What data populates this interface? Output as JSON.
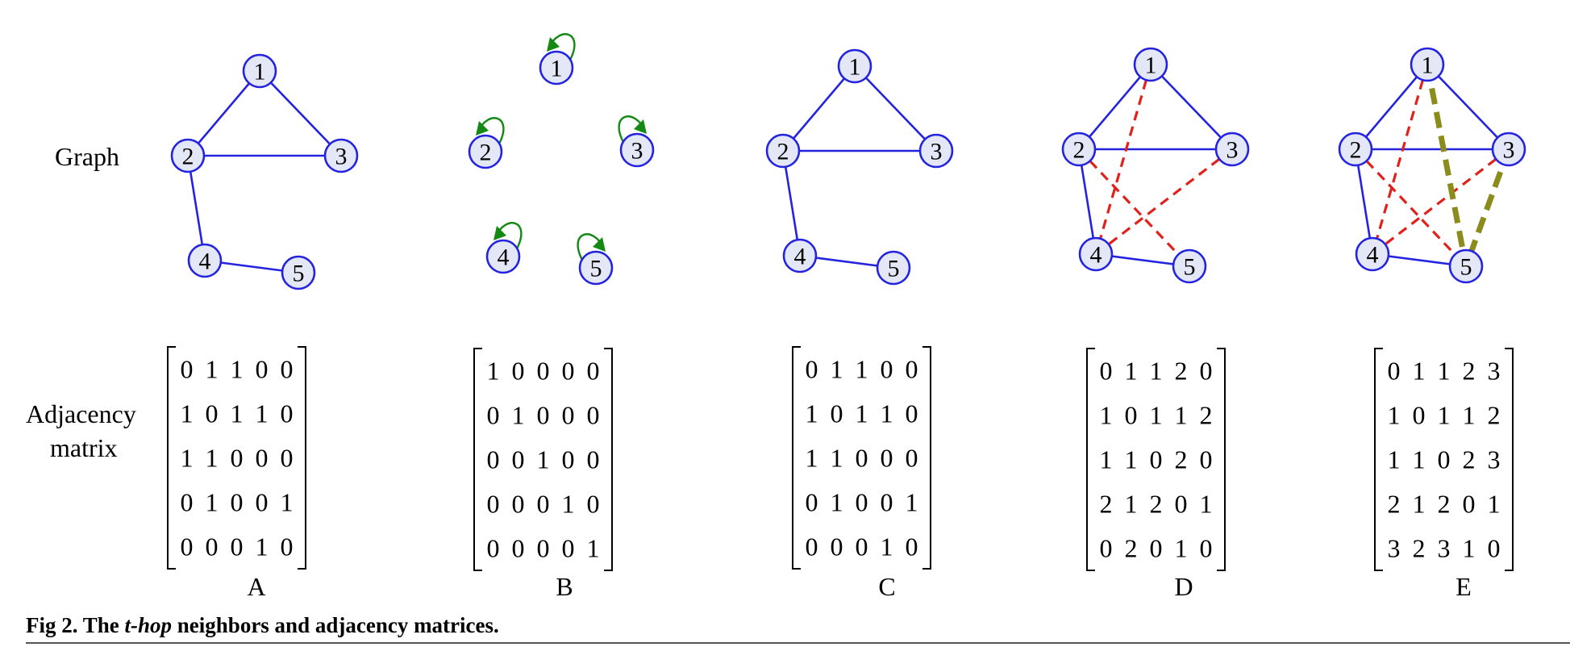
{
  "row_labels": {
    "graph": "Graph",
    "adjacency_line1": "Adjacency",
    "adjacency_line2": "matrix"
  },
  "colors": {
    "node_fill": "#e4e8f6",
    "node_stroke": "#2424e0",
    "one_hop_edge": "#2424e0",
    "two_hop_edge": "#e0211c",
    "three_hop_edge": "#8c8c1c",
    "self_loop": "#148a14"
  },
  "node_labels": [
    "1",
    "2",
    "3",
    "4",
    "5"
  ],
  "panels": [
    {
      "letter": "A",
      "layout": "graph",
      "one_hop": [
        [
          1,
          2
        ],
        [
          1,
          3
        ],
        [
          2,
          3
        ],
        [
          2,
          4
        ],
        [
          4,
          5
        ]
      ],
      "two_hop": [],
      "three_hop": [],
      "self_loops": false,
      "matrix": [
        [
          0,
          1,
          1,
          0,
          0
        ],
        [
          1,
          0,
          1,
          1,
          0
        ],
        [
          1,
          1,
          0,
          0,
          0
        ],
        [
          0,
          1,
          0,
          0,
          1
        ],
        [
          0,
          0,
          0,
          1,
          0
        ]
      ]
    },
    {
      "letter": "B",
      "layout": "isolated",
      "one_hop": [],
      "two_hop": [],
      "three_hop": [],
      "self_loops": true,
      "matrix": [
        [
          1,
          0,
          0,
          0,
          0
        ],
        [
          0,
          1,
          0,
          0,
          0
        ],
        [
          0,
          0,
          1,
          0,
          0
        ],
        [
          0,
          0,
          0,
          1,
          0
        ],
        [
          0,
          0,
          0,
          0,
          1
        ]
      ]
    },
    {
      "letter": "C",
      "layout": "graph",
      "one_hop": [
        [
          1,
          2
        ],
        [
          1,
          3
        ],
        [
          2,
          3
        ],
        [
          2,
          4
        ],
        [
          4,
          5
        ]
      ],
      "two_hop": [],
      "three_hop": [],
      "self_loops": false,
      "matrix": [
        [
          0,
          1,
          1,
          0,
          0
        ],
        [
          1,
          0,
          1,
          1,
          0
        ],
        [
          1,
          1,
          0,
          0,
          0
        ],
        [
          0,
          1,
          0,
          0,
          1
        ],
        [
          0,
          0,
          0,
          1,
          0
        ]
      ]
    },
    {
      "letter": "D",
      "layout": "graph",
      "one_hop": [
        [
          1,
          2
        ],
        [
          1,
          3
        ],
        [
          2,
          3
        ],
        [
          2,
          4
        ],
        [
          4,
          5
        ]
      ],
      "two_hop": [
        [
          1,
          4
        ],
        [
          2,
          5
        ],
        [
          3,
          4
        ]
      ],
      "three_hop": [],
      "self_loops": false,
      "matrix": [
        [
          0,
          1,
          1,
          2,
          0
        ],
        [
          1,
          0,
          1,
          1,
          2
        ],
        [
          1,
          1,
          0,
          2,
          0
        ],
        [
          2,
          1,
          2,
          0,
          1
        ],
        [
          0,
          2,
          0,
          1,
          0
        ]
      ]
    },
    {
      "letter": "E",
      "layout": "graph",
      "one_hop": [
        [
          1,
          2
        ],
        [
          1,
          3
        ],
        [
          2,
          3
        ],
        [
          2,
          4
        ],
        [
          4,
          5
        ]
      ],
      "two_hop": [
        [
          1,
          4
        ],
        [
          2,
          5
        ],
        [
          3,
          4
        ]
      ],
      "three_hop": [
        [
          1,
          5
        ],
        [
          3,
          5
        ]
      ],
      "self_loops": false,
      "matrix": [
        [
          0,
          1,
          1,
          2,
          3
        ],
        [
          1,
          0,
          1,
          1,
          2
        ],
        [
          1,
          1,
          0,
          2,
          3
        ],
        [
          2,
          1,
          2,
          0,
          1
        ],
        [
          3,
          2,
          3,
          1,
          0
        ]
      ]
    }
  ],
  "caption": {
    "prefix": "Fig 2.  The ",
    "italic": "t-hop",
    "suffix": " neighbors and adjacency matrices."
  }
}
